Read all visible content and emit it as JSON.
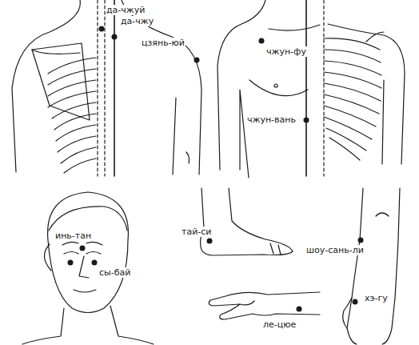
{
  "diagram": {
    "labels": [
      "да-чжуй",
      "да-чжу",
      "цзянь-юй",
      "чжун-фу",
      "чжун-вань",
      "инь-тан",
      "сы-бай",
      "тай-си",
      "шоу-сань-ли",
      "хэ-гу",
      "ле-цюе"
    ]
  }
}
